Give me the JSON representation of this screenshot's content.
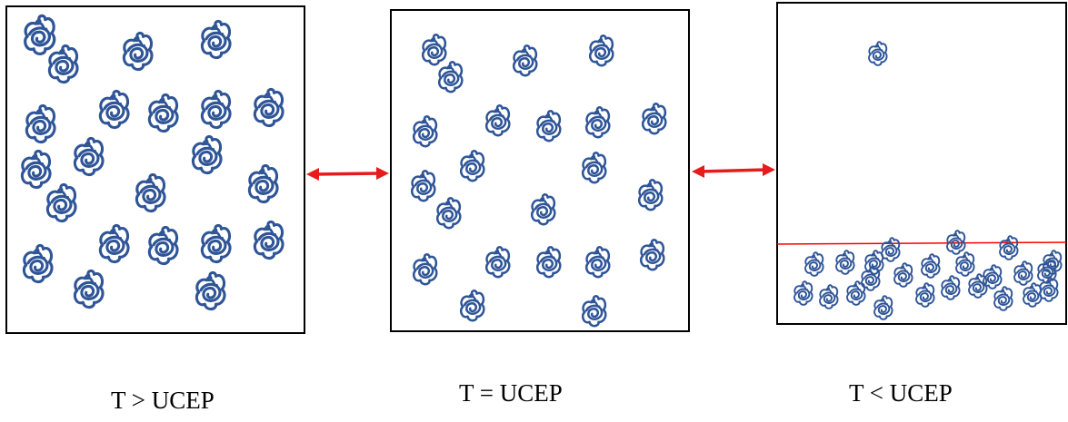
{
  "colors": {
    "coil": "#2f5597",
    "arrow": "#e51c1c",
    "interface_line": "#ff0000",
    "box_border": "#000000"
  },
  "panels": [
    {
      "caption": "T > UCEP",
      "state": "homogeneous, swollen coils"
    },
    {
      "caption": "T = UCEP",
      "state": "homogeneous, slightly contracted coils"
    },
    {
      "caption": "T < UCEP",
      "state": "phase separated, collapsed coils below interface"
    }
  ],
  "icons": {
    "coil": "polymer-coil-icon",
    "arrow": "double-headed-arrow"
  }
}
